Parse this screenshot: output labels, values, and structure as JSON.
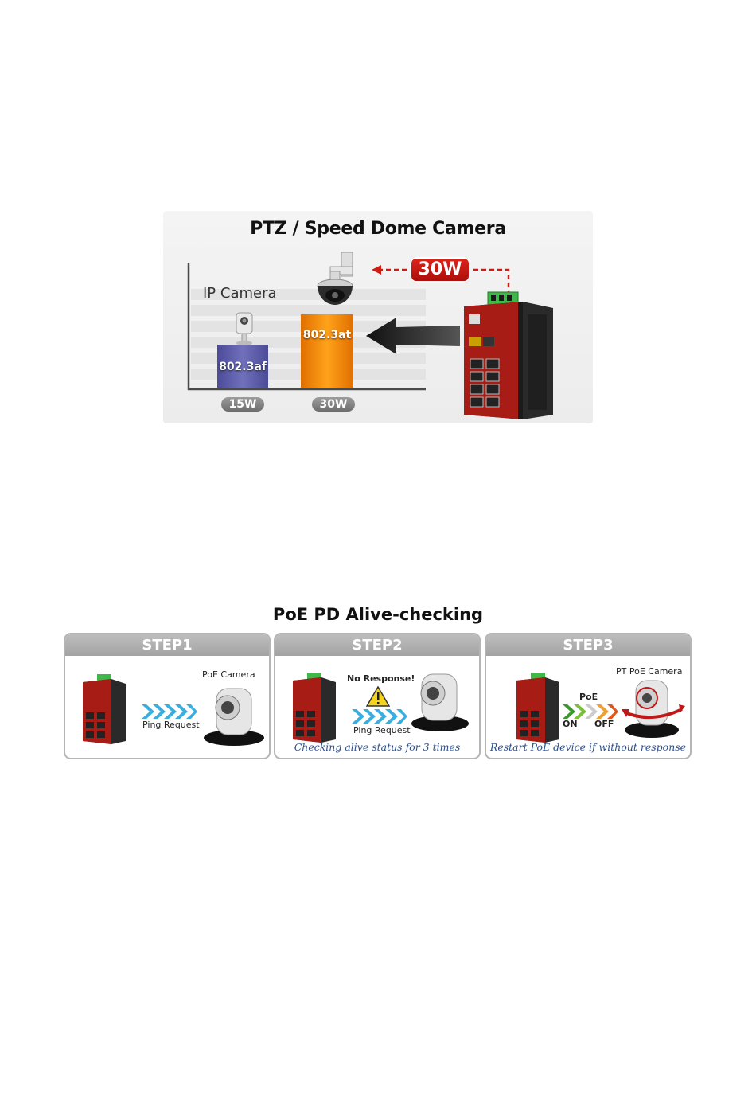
{
  "ptz_figure": {
    "title": "PTZ / Speed Dome Camera",
    "ip_camera_label": "IP Camera",
    "bars": [
      {
        "standard": "802.3af",
        "power": "15W",
        "color": "#5c5ca6"
      },
      {
        "standard": "802.3at",
        "power": "30W",
        "color": "#f08a00"
      }
    ],
    "power_badge": "30W",
    "colors": {
      "badge": "#d41c14",
      "switch_body": "#a81c16",
      "arrow": "#1a1a1a"
    }
  },
  "alive_figure": {
    "title": "PoE PD Alive-checking",
    "steps": [
      {
        "header": "STEP1",
        "camera_label": "PoE Camera",
        "arrow_label": "Ping Request",
        "caption": ""
      },
      {
        "header": "STEP2",
        "alert": "No Response!",
        "arrow_label": "Ping Request",
        "caption": "Checking alive status for 3 times"
      },
      {
        "header": "STEP3",
        "camera_label": "PT PoE Camera",
        "poe_label": "PoE",
        "on_label": "ON",
        "off_label": "OFF",
        "caption": "Restart PoE device if without response"
      }
    ],
    "colors": {
      "header": "#aaaaaa",
      "ping_arrow": "#3aaee0",
      "caption": "#2c4f8a",
      "warning": "#f5d31b"
    }
  }
}
